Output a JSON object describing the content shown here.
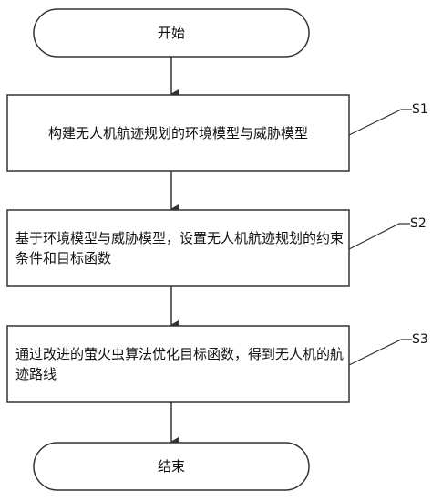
{
  "flowchart": {
    "start": {
      "label": "开始"
    },
    "steps": [
      {
        "id": "S1",
        "text": "构建无人机航迹规划的环境模型与威胁模型"
      },
      {
        "id": "S2",
        "text": "基于环境模型与威胁模型，设置无人机航迹规划的约束条件和目标函数"
      },
      {
        "id": "S3",
        "text": "通过改进的萤火虫算法优化目标函数，得到无人机的航迹路线"
      }
    ],
    "end": {
      "label": "结束"
    }
  },
  "colors": {
    "stroke": "#333333",
    "text": "#111111",
    "background": "#ffffff"
  }
}
